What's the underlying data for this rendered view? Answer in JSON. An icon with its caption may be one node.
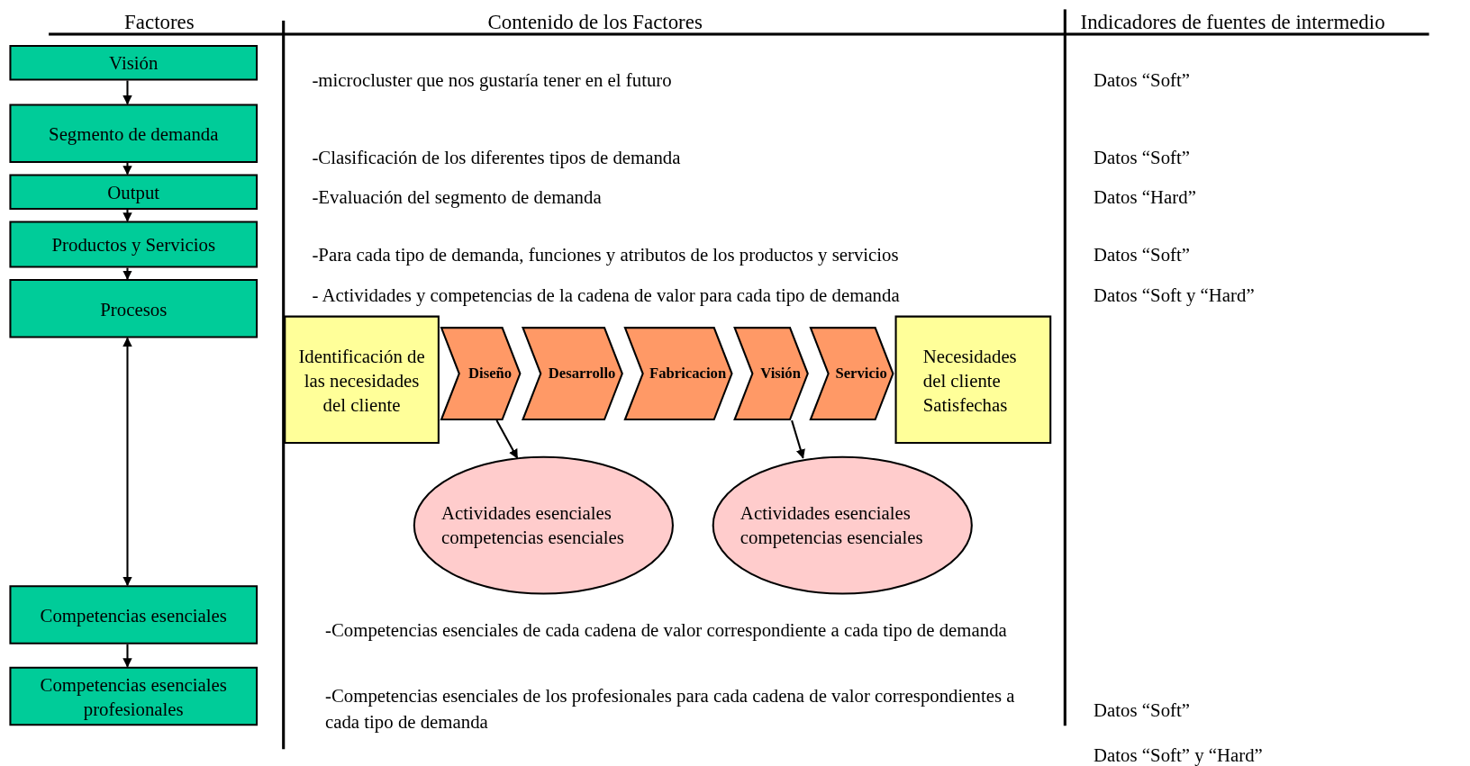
{
  "diagram": {
    "nodes": [
      {
        "text": [
          "Visión"
        ]
      },
      {
        "text": [
          "Segmento de demanda"
        ]
      },
      {
        "text": [
          "Output"
        ]
      },
      {
        "text": [
          "Productos y Servicios"
        ]
      },
      {
        "text": [
          "Procesos"
        ]
      },
      {
        "text": [
          "Competencias esenciales"
        ]
      },
      {
        "text": [
          "Competencias esenciales profesionales"
        ]
      },
      {
        "text": [
          "Identificación de las necesidades del cliente"
        ]
      },
      {
        "text": [
          "Diseño"
        ]
      },
      {
        "text": [
          "Desarrollo"
        ]
      },
      {
        "text": [
          "Fabricacion"
        ]
      },
      {
        "text": [
          "Visión"
        ]
      },
      {
        "text": [
          "Servicio"
        ]
      },
      {
        "text": [
          "Necesidades del cliente Satisfechas"
        ]
      },
      {
        "text": [
          "Actividades esenciales competencias esenciales"
        ]
      },
      {
        "text": [
          "Actividades esenciales competencias esenciales"
        ]
      }
    ],
    "edges": [
      {
        "from": 0,
        "to": 1,
        "arrow": "to"
      },
      {
        "from": 1,
        "to": 2,
        "arrow": "to"
      },
      {
        "from": 2,
        "to": 3,
        "arrow": "to"
      },
      {
        "from": 3,
        "to": 4,
        "arrow": "to"
      },
      {
        "from": 4,
        "to": 5,
        "arrow": "both"
      },
      {
        "from": 5,
        "to": 6,
        "arrow": "to"
      },
      {
        "from": 8,
        "to": 14,
        "arrow": "to"
      },
      {
        "from": 11,
        "to": 15,
        "arrow": "to"
      }
    ],
    "labels": [
      "Factores",
      "Contenido de los Factores",
      "Indicadores de fuentes de intermedio",
      "-microcluster que nos gustaría tener en el futuro",
      "Datos “Soft”",
      "-Clasificación de los diferentes tipos de demanda",
      "Datos “Soft”",
      "-Evaluación del segmento de demanda",
      "Datos “Hard”",
      "-Para cada tipo de demanda, funciones y atributos de los productos y servicios",
      "Datos “Soft”",
      "- Actividades y competencias de la cadena de valor para cada tipo de demanda",
      "Datos “Soft y “Hard”",
      "-Competencias esenciales de cada cadena de valor correspondiente a cada tipo de demanda",
      "-Competencias esenciales de los profesionales para cada cadena de valor correspondientes a cada tipo de demanda",
      "Datos “Soft”",
      "Datos “Soft” y “Hard”"
    ]
  }
}
